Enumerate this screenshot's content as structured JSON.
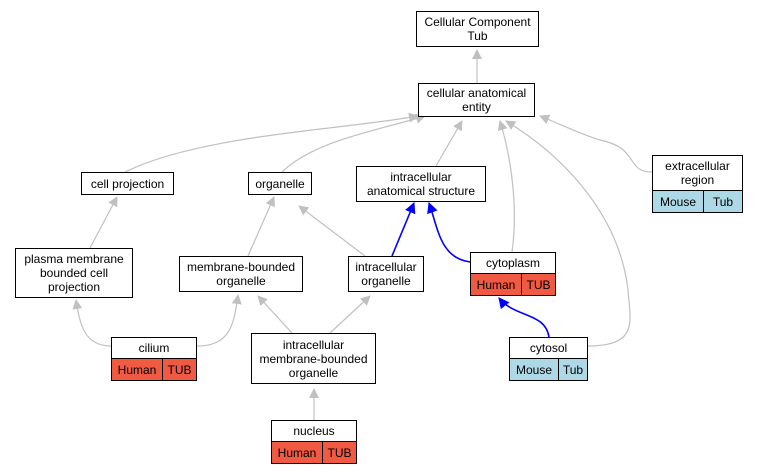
{
  "nodes": {
    "cellular_component": "Cellular Component\nTub",
    "anatomical_entity": "cellular anatomical\nentity",
    "cell_projection": "cell projection",
    "organelle": "organelle",
    "intracellular_structure": "intracellular\nanatomical structure",
    "extracellular_region": "extracellular\nregion",
    "plasma_membrane_projection": "plasma membrane\nbounded cell\nprojection",
    "membrane_bounded_organelle": "membrane-bounded\norganelle",
    "intracellular_organelle": "intracellular\norganelle",
    "cytoplasm": "cytoplasm",
    "cilium": "cilium",
    "intracellular_membrane_organelle": "intracellular\nmembrane-bounded\norganelle",
    "cytosol": "cytosol",
    "nucleus": "nucleus"
  },
  "tags": {
    "extracellular_region": [
      "Mouse",
      "Tub"
    ],
    "cytoplasm": [
      "Human",
      "TUB"
    ],
    "cilium": [
      "Human",
      "TUB"
    ],
    "cytosol": [
      "Mouse",
      "Tub"
    ],
    "nucleus": [
      "Human",
      "TUB"
    ]
  },
  "colors": {
    "edge_default": "#c0c0c0",
    "edge_highlight": "#0000ff",
    "human_tag": "#f05a42",
    "mouse_tag": "#add8e6"
  }
}
